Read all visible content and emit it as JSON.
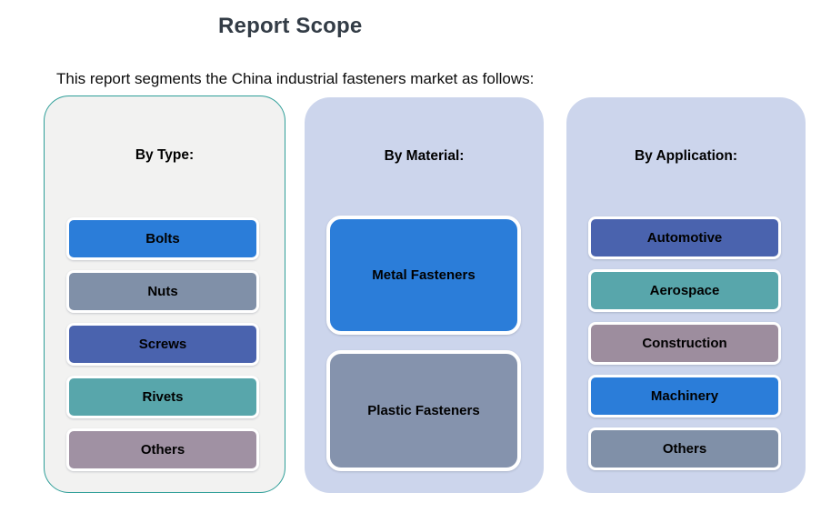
{
  "title": "Report Scope",
  "subtitle": "This report segments the China industrial fasteners market as follows:",
  "colors": {
    "title_text": "#333c46",
    "panel_type_bg": "#f2f2f1",
    "panel_type_border": "#2e9e98",
    "panel_material_bg": "#ccd5ec",
    "panel_application_bg": "#ccd5ec",
    "blue": "#2b7dd9",
    "gray_blue": "#8090a8",
    "indigo": "#4a63ae",
    "teal": "#58a6ab",
    "mauve": "#a091a3"
  },
  "panels": [
    {
      "header": "By Type:",
      "items": [
        {
          "label": "Bolts",
          "color": "#2b7dd9"
        },
        {
          "label": "Nuts",
          "color": "#8090a8"
        },
        {
          "label": "Screws",
          "color": "#4a63ae"
        },
        {
          "label": "Rivets",
          "color": "#58a6ab"
        },
        {
          "label": "Others",
          "color": "#a091a3"
        }
      ]
    },
    {
      "header": "By Material:",
      "items": [
        {
          "label": "Metal Fasteners",
          "color": "#2b7dd9"
        },
        {
          "label": "Plastic Fasteners",
          "color": "#8593ad"
        }
      ]
    },
    {
      "header": "By Application:",
      "items": [
        {
          "label": "Automotive",
          "color": "#4a63ae"
        },
        {
          "label": "Aerospace",
          "color": "#58a6ab"
        },
        {
          "label": "Construction",
          "color": "#9d8d9e"
        },
        {
          "label": "Machinery",
          "color": "#2b7dd9"
        },
        {
          "label": "Others",
          "color": "#8090a8"
        }
      ]
    }
  ]
}
